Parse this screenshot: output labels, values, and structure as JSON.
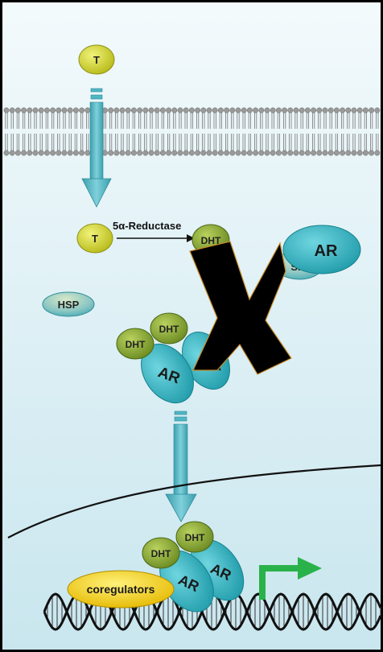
{
  "molecules": {
    "testosterone_label": "T",
    "dht_label": "DHT",
    "ar_label": "AR",
    "hsp_label": "HSP",
    "hsp_partial_label": "SP",
    "coregulators_label": "coregulators"
  },
  "enzyme": {
    "label_prefix": "5",
    "label_greek": "α",
    "label_suffix": "-Reductase"
  },
  "overlay": {
    "symbol": "X",
    "meaning": "blocked"
  },
  "colors": {
    "cytoplasm_top": "#f3fafc",
    "cytoplasm_bottom": "#c9e6ee",
    "frame": "#000000",
    "membrane_head": "#9a9a9a",
    "arrow": "#4fb6c4",
    "testosterone": "#d3d630",
    "dht": "#8aa63a",
    "androgen_receptor": "#2fb0be",
    "coregulators": "#f2d000",
    "gene_arrow": "#2ab24a",
    "x_overlay": "#000000",
    "x_outline": "#c58a2a"
  }
}
